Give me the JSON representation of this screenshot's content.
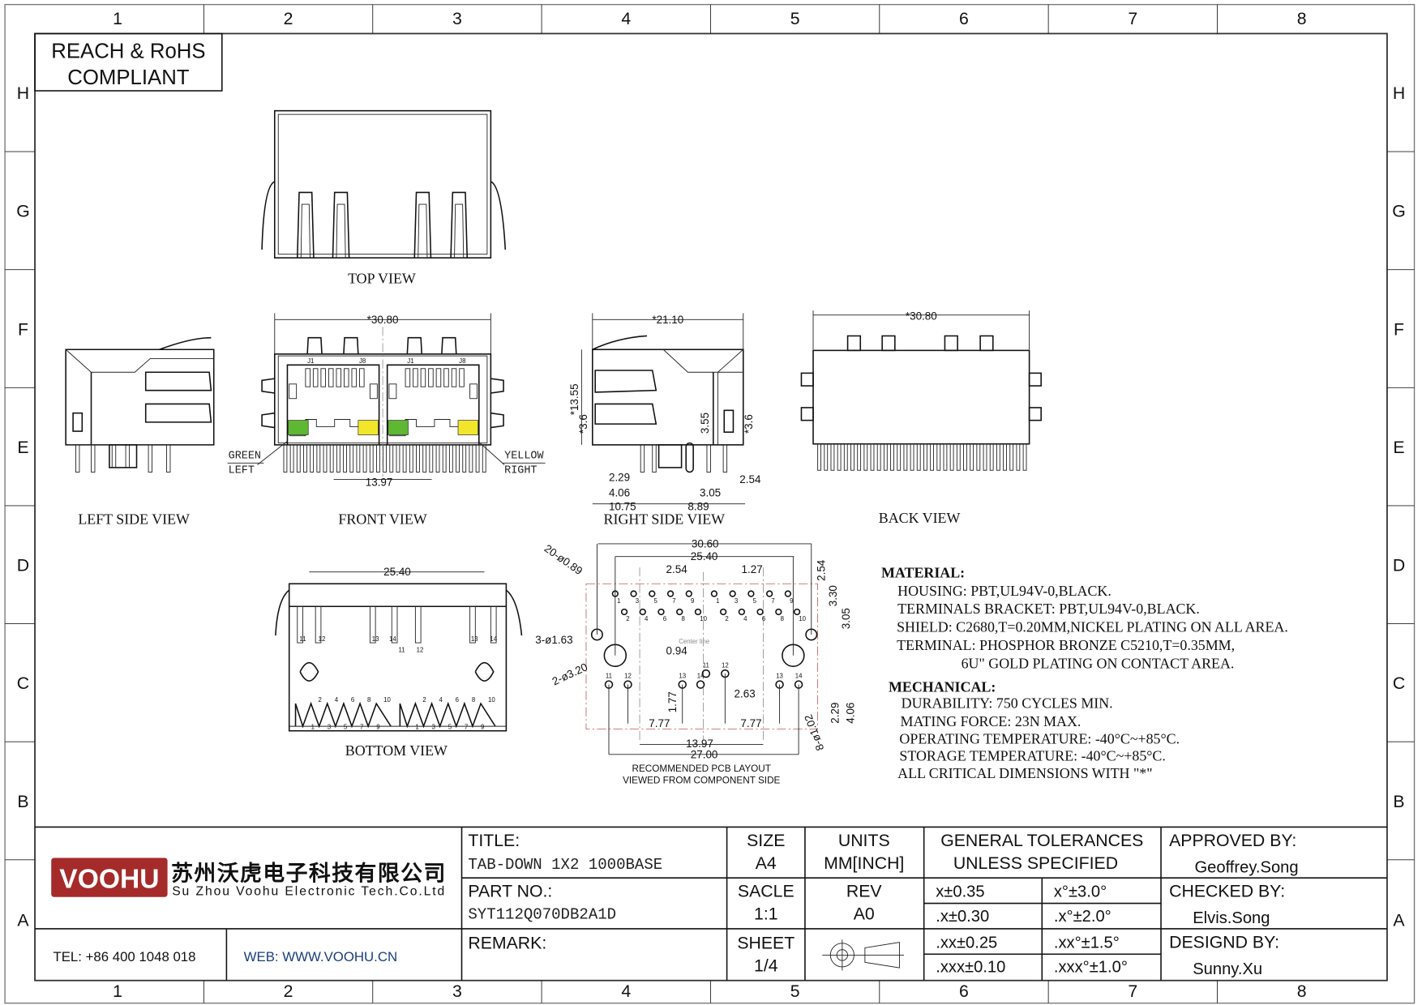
{
  "frame": {
    "columns": [
      "1",
      "2",
      "3",
      "4",
      "5",
      "6",
      "7",
      "8"
    ],
    "rows": [
      "H",
      "G",
      "F",
      "E",
      "D",
      "C",
      "B",
      "A"
    ]
  },
  "compliance": {
    "line1": "REACH & RoHS",
    "line2": "COMPLIANT"
  },
  "views": {
    "top": "TOP VIEW",
    "left_side": "LEFT SIDE VIEW",
    "front": "FRONT VIEW",
    "right_side": "RIGHT SIDE VIEW",
    "back": "BACK VIEW",
    "bottom": "BOTTOM VIEW"
  },
  "front_view": {
    "width_dim": "*30.80",
    "pitch_dim": "13.97",
    "j1": "J1",
    "j8": "J8",
    "led_left_label": "GREEN",
    "led_left_side": "LEFT",
    "led_right_label": "YELLOW",
    "led_right_side": "RIGHT",
    "led_colors": {
      "green": "#5fb832",
      "yellow": "#f2e62a"
    }
  },
  "right_side_view": {
    "width_dim": "*21.10",
    "height_dim": "*13.55",
    "left_pin_dim": "*3.6",
    "right_pin_dim": "*3.6",
    "mid_dim": "3.55",
    "d_229": "2.29",
    "d_406": "4.06",
    "d_305": "3.05",
    "d_254": "2.54",
    "d_1075": "10.75",
    "d_889": "8.89"
  },
  "back_view": {
    "width_dim": "*30.80"
  },
  "bottom_view": {
    "width_dim": "25.40",
    "pins_top": [
      "11",
      "12",
      "13",
      "14",
      "11",
      "12",
      "13",
      "14"
    ],
    "pins_bottom_even": [
      "2",
      "4",
      "6",
      "8",
      "10"
    ],
    "pins_bottom_odd": [
      "1",
      "3",
      "5",
      "7",
      "9"
    ]
  },
  "pcb_layout": {
    "d_3060": "30.60",
    "d_2540": "25.40",
    "d_254": "2.54",
    "d_127": "1.27",
    "holes_small": "20-ø0.89",
    "holes_mid": "3-ø1.63",
    "holes_big": "2-ø3.20",
    "holes_shield": "8-ø1.02",
    "d_r254": "2.54",
    "d_330": "3.30",
    "d_305": "3.05",
    "d_229": "2.29",
    "d_406": "4.06",
    "d_094": "0.94",
    "d_263": "2.63",
    "d_177": "1.77",
    "d_777a": "7.77",
    "d_777b": "7.77",
    "d_1397": "13.97",
    "d_2700": "27.00",
    "center_line": "Center line",
    "caption1": "RECOMMENDED PCB LAYOUT",
    "caption2": "VIEWED FROM COMPONENT SIDE",
    "pin_odd": [
      "1",
      "3",
      "5",
      "7",
      "9"
    ],
    "pin_even": [
      "2",
      "4",
      "6",
      "8",
      "10"
    ],
    "pin_lower": [
      "11",
      "12",
      "13",
      "14"
    ]
  },
  "notes": {
    "material_title": "MATERIAL:",
    "material": [
      "HOUSING: PBT,UL94V-0,BLACK.",
      "TERMINALS BRACKET: PBT,UL94V-0,BLACK.",
      "SHIELD: C2680,T=0.20MM,NICKEL PLATING ON ALL AREA.",
      "TERMINAL: PHOSPHOR BRONZE C5210,T=0.35MM,",
      "6U\" GOLD PLATING ON CONTACT AREA."
    ],
    "mechanical_title": "MECHANICAL:",
    "mechanical": [
      "DURABILITY: 750 CYCLES MIN.",
      "MATING FORCE: 23N MAX.",
      "OPERATING TEMPERATURE: -40°C~+85°C.",
      "STORAGE TEMPERATURE: -40°C~+85°C.",
      "ALL CRITICAL DIMENSIONS WITH \"*\""
    ]
  },
  "title_block": {
    "logo_text": "VOOHU",
    "brand_color": "#a52a2a",
    "company_cn": "苏州沃虎电子科技有限公司",
    "company_en": "Su Zhou Voohu Electronic Tech.Co.Ltd",
    "tel": "TEL: +86 400 1048 018",
    "web": "WEB: WWW.VOOHU.CN",
    "web_color": "#1a3e7a",
    "title_label": "TITLE:",
    "title_value": "TAB-DOWN 1X2 1000BASE",
    "part_label": "PART NO.:",
    "part_value": "SYT112Q070DB2A1D",
    "remark_label": "REMARK:",
    "size_label": "SIZE",
    "size_value": "A4",
    "units_label": "UNITS",
    "units_value": "MM[INCH]",
    "scale_label": "SACLE",
    "scale_value": "1:1",
    "rev_label": "REV",
    "rev_value": "A0",
    "sheet_label": "SHEET",
    "sheet_value": "1/4",
    "tol_label1": "GENERAL TOLERANCES",
    "tol_label2": "UNLESS SPECIFIED",
    "tolerances": [
      [
        "x±0.35",
        "x°±3.0°"
      ],
      [
        ".x±0.30",
        ".x°±2.0°"
      ],
      [
        ".xx±0.25",
        ".xx°±1.5°"
      ],
      [
        ".xxx±0.10",
        ".xxx°±1.0°"
      ]
    ],
    "approved_label": "APPROVED BY:",
    "approved_value": "Geoffrey.Song",
    "checked_label": "CHECKED BY:",
    "checked_value": "Elvis.Song",
    "designed_label": "DESIGND BY:",
    "designed_value": "Sunny.Xu"
  }
}
